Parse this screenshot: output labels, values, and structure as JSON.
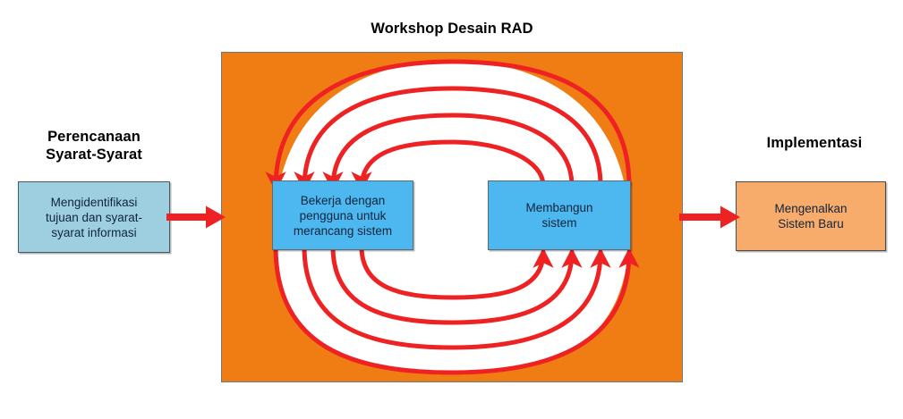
{
  "diagram": {
    "title": "Workshop Desain RAD",
    "background_color": "#FFFFFF",
    "panel_color": "#F07D14",
    "arrow_color": "#EE2222",
    "process_box_color": "#4DB8F0",
    "planning_box_color": "#9ECFE0",
    "implementation_box_color": "#F8AC6B",
    "loop_count": 4
  },
  "phases": {
    "planning": {
      "heading": "Perencanaan\nSyarat-Syarat",
      "box_text": "Mengidentifikasi\ntujuan dan syarat-\nsyarat informasi"
    },
    "workshop": {
      "heading": "Workshop Desain RAD",
      "design_box_text": "Bekerja dengan\npengguna untuk\nmerancang sistem",
      "build_box_text": "Membangun\nsistem"
    },
    "implementation": {
      "heading": "Implementasi",
      "box_text": "Mengenalkan\nSistem Baru"
    }
  },
  "connectors": {
    "planning_to_workshop": "arrow-right",
    "workshop_to_implementation": "arrow-right"
  },
  "iteration_loops": {
    "top_direction": "build-to-design",
    "bottom_direction": "design-to-build",
    "arrowheads": "red"
  }
}
